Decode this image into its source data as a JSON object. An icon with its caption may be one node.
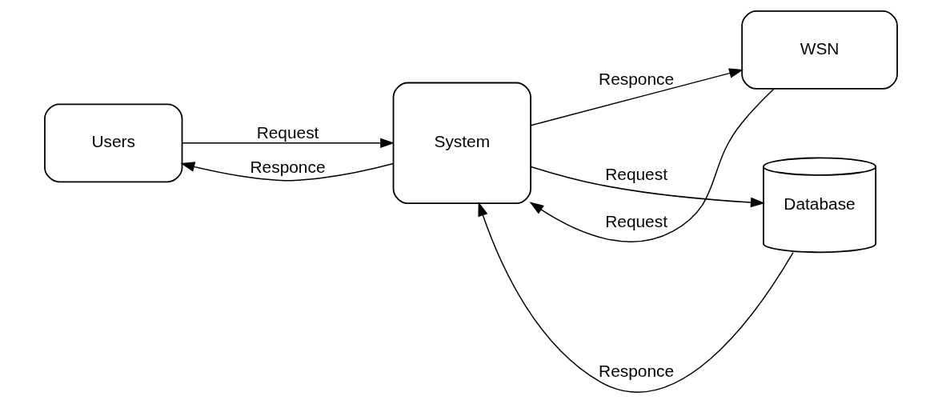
{
  "diagram": {
    "nodes": [
      {
        "text": [
          "Users"
        ]
      },
      {
        "text": [
          "System"
        ]
      },
      {
        "text": [
          "WSN"
        ]
      },
      {
        "text": [
          "Database"
        ]
      }
    ],
    "edges": [
      {
        "from": 0,
        "to": 1,
        "arrow": "to",
        "label": "Request"
      },
      {
        "from": 1,
        "to": 0,
        "arrow": "to",
        "label": "Responce"
      },
      {
        "from": 1,
        "to": 2,
        "arrow": "to",
        "label": "Responce"
      },
      {
        "from": 2,
        "to": 1,
        "arrow": "to",
        "label": "Request"
      },
      {
        "from": 1,
        "to": 3,
        "arrow": "to",
        "label": "Request"
      },
      {
        "from": 3,
        "to": 1,
        "arrow": "to",
        "label": "Responce"
      }
    ]
  }
}
